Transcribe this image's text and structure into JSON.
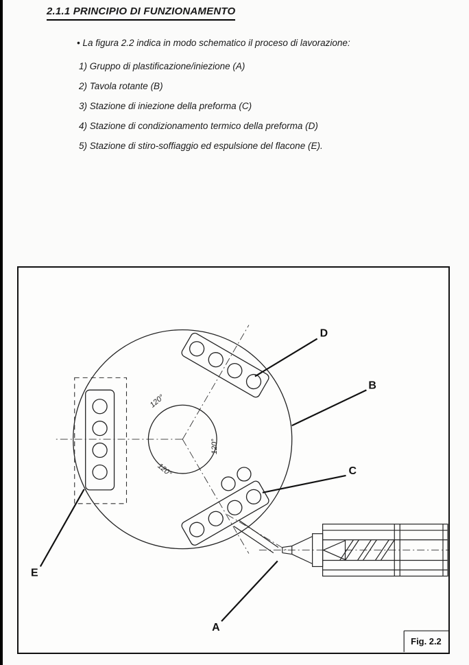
{
  "page": {
    "heading": "2.1.1 PRINCIPIO DI FUNZIONAMENTO",
    "bullet": "• La figura 2.2 indica in modo schematico il proceso di lavorazione:",
    "items": [
      "1) Gruppo di plastificazione/iniezione (A)",
      "2) Tavola rotante (B)",
      "3) Stazione di iniezione della preforma (C)",
      "4) Stazione di condizionamento termico della preforma (D)",
      "5) Stazione di stiro-soffiaggio ed espulsione del flacone (E)."
    ]
  },
  "figure": {
    "caption": "Fig. 2.2",
    "labels": {
      "A": "A",
      "B": "B",
      "C": "C",
      "D": "D",
      "E": "E"
    },
    "angles": [
      "120°",
      "120°",
      "120°"
    ]
  }
}
